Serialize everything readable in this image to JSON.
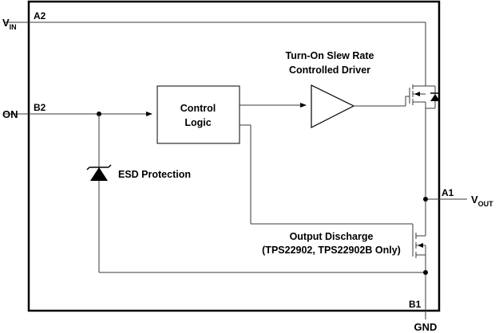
{
  "pins": {
    "vin": {
      "base": "V",
      "sub": "IN",
      "id": "A2"
    },
    "on": {
      "label": "ON",
      "id": "B2"
    },
    "vout": {
      "base": "V",
      "sub": "OUT",
      "id": "A1"
    },
    "gnd": {
      "label": "GND",
      "id": "B1"
    }
  },
  "blocks": {
    "control_logic": {
      "line1": "Control",
      "line2": "Logic"
    },
    "driver": {
      "line1": "Turn-On Slew Rate",
      "line2": "Controlled Driver"
    },
    "esd": {
      "label": "ESD Protection"
    },
    "discharge": {
      "line1": "Output Discharge",
      "line2": "(TPS22902, TPS22902B Only)"
    }
  },
  "colors": {
    "line": "#000000",
    "wire": "#3a3a3a",
    "background": "#ffffff"
  }
}
